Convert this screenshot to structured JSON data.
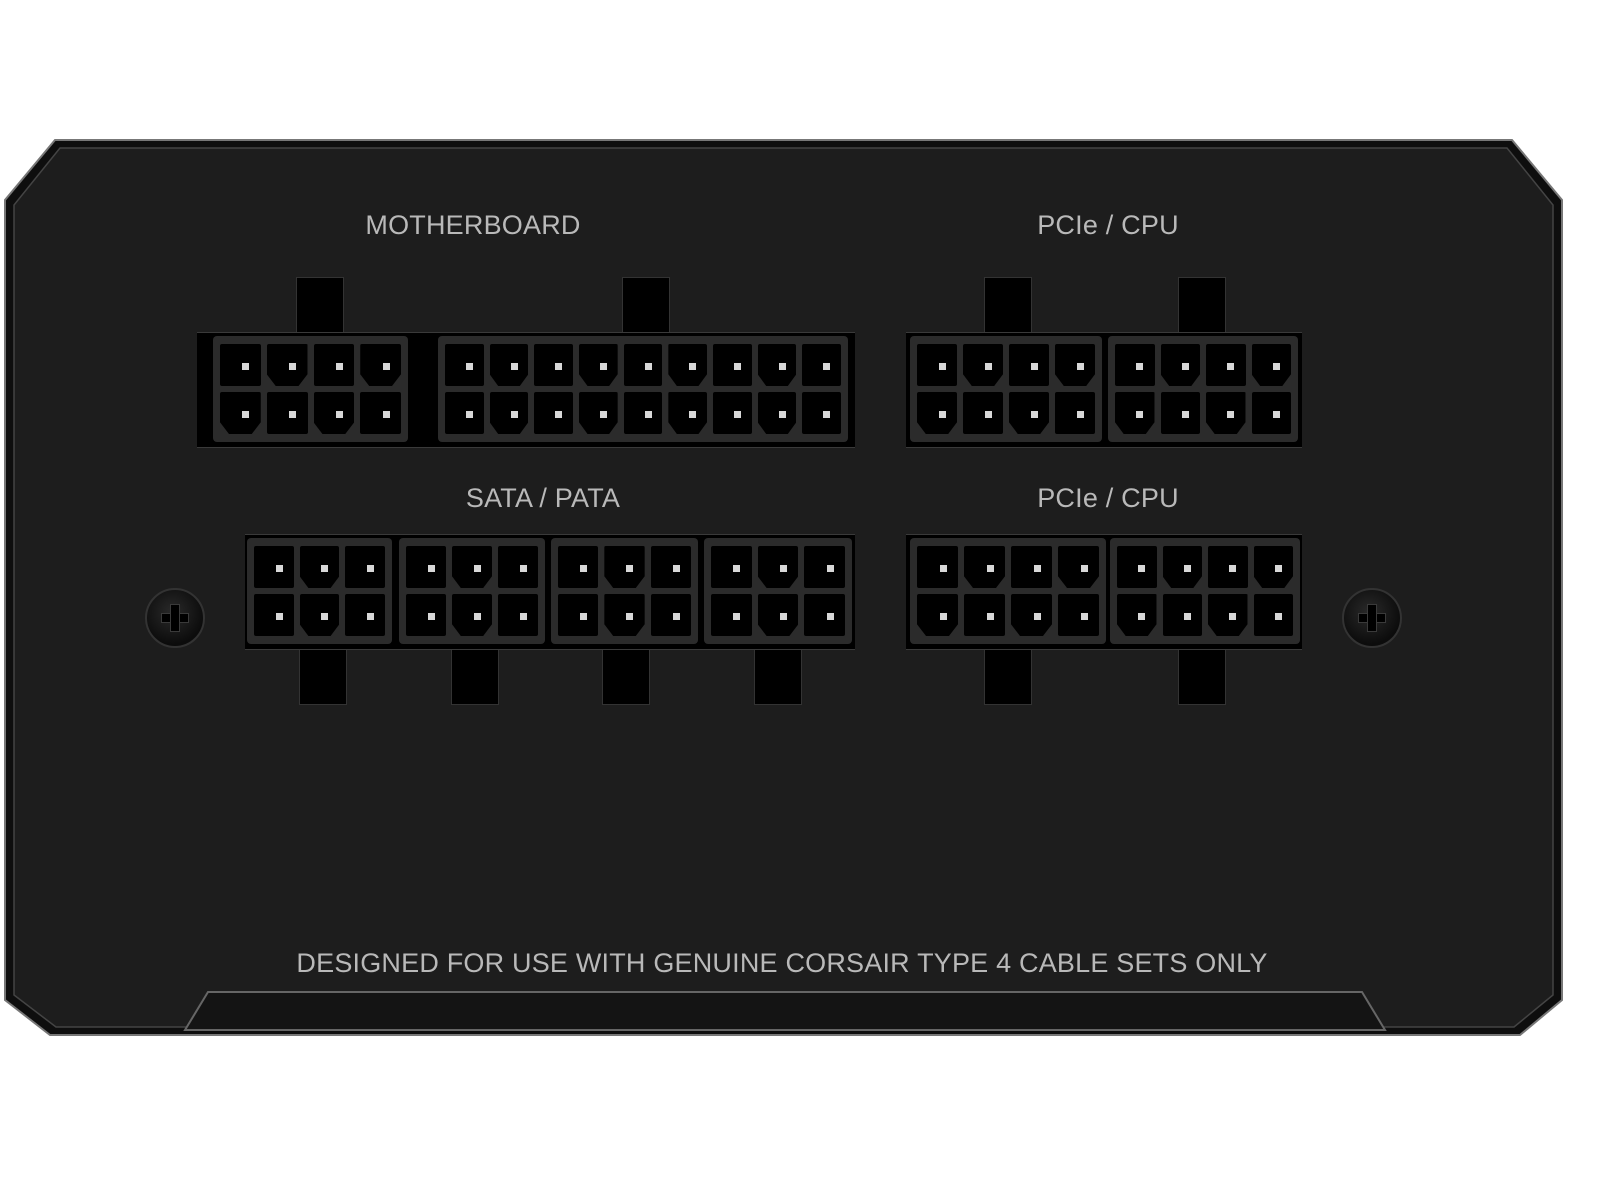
{
  "labels": {
    "motherboard": "MOTHERBOARD",
    "pcie_cpu_top": "PCIe / CPU",
    "sata_pata": "SATA / PATA",
    "pcie_cpu_bottom": "PCIe / CPU",
    "footer": "DESIGNED FOR USE WITH GENUINE CORSAIR TYPE 4 CABLE SETS ONLY"
  },
  "connectors": {
    "motherboard": [
      {
        "cols": 4,
        "rows": 2
      },
      {
        "cols": 9,
        "rows": 2
      }
    ],
    "pcie_cpu_top": [
      {
        "cols": 4,
        "rows": 2
      },
      {
        "cols": 4,
        "rows": 2
      }
    ],
    "sata_pata": [
      {
        "cols": 3,
        "rows": 2
      },
      {
        "cols": 3,
        "rows": 2
      },
      {
        "cols": 3,
        "rows": 2
      },
      {
        "cols": 3,
        "rows": 2
      }
    ],
    "pcie_cpu_bottom": [
      {
        "cols": 4,
        "rows": 2
      },
      {
        "cols": 4,
        "rows": 2
      }
    ]
  },
  "colors": {
    "panel": "#1c1c1c",
    "edge": "#6a6a6a",
    "text": "#b9b9b9"
  }
}
